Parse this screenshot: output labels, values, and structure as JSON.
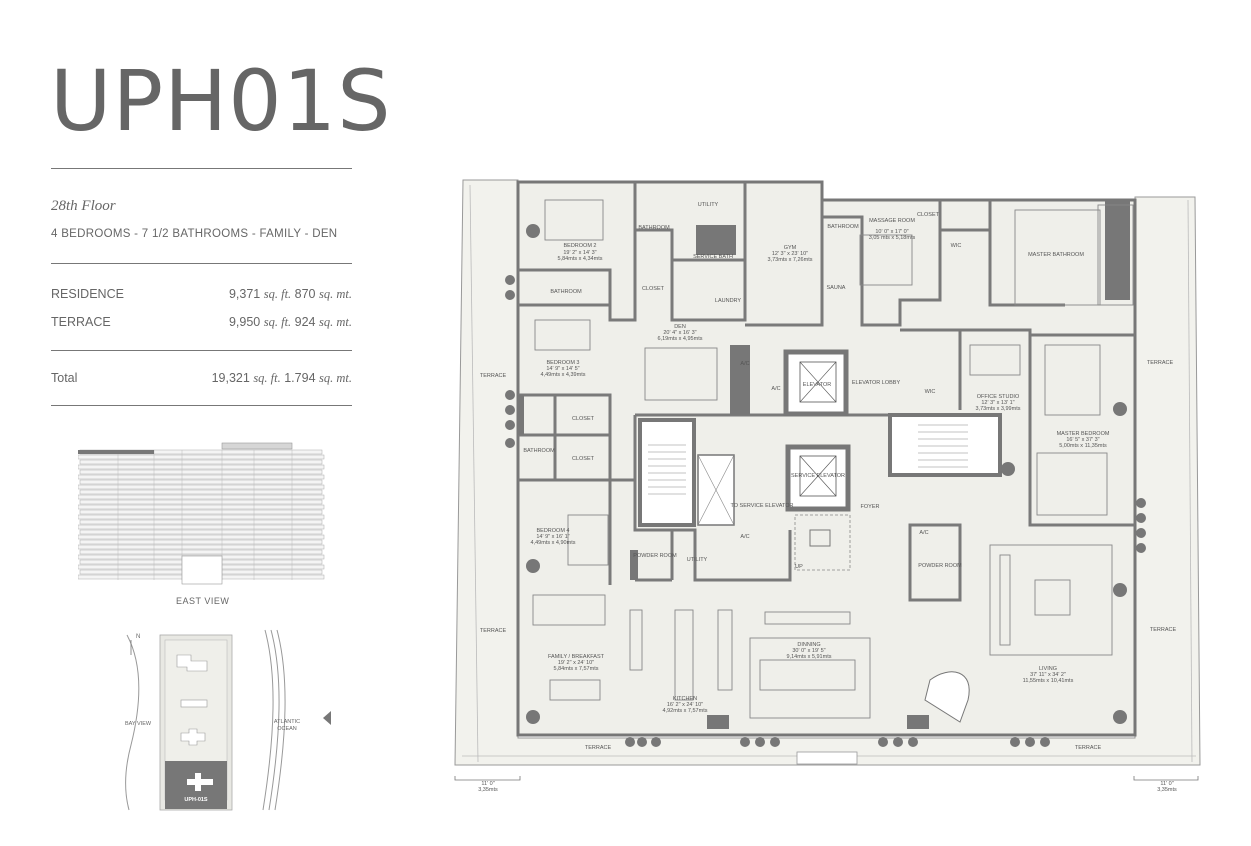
{
  "unit_name": "UPH01S",
  "floor": "28th Floor",
  "subtitle": "4 BEDROOMS - 7 1/2 BATHROOMS - FAMILY - DEN",
  "areas": [
    {
      "label": "RESIDENCE",
      "sqft": "9,371",
      "sqft_unit": "sq. ft.",
      "sqm": "870",
      "sqm_unit": "sq. mt."
    },
    {
      "label": "TERRACE",
      "sqft": "9,950",
      "sqft_unit": "sq. ft.",
      "sqm": "924",
      "sqm_unit": "sq. mt."
    }
  ],
  "total": {
    "label": "Total",
    "sqft": "19,321",
    "sqft_unit": "sq. ft.",
    "sqm": "1.794",
    "sqm_unit": "sq. mt."
  },
  "east_view_label": "EAST VIEW",
  "keymap": {
    "north": "N",
    "bay_view": "BAY VIEW",
    "ocean_line1": "ATLANTIC",
    "ocean_line2": "OCEAN",
    "unit_tag": "UPH-01S"
  },
  "rooms": {
    "bedroom2": {
      "name": "BEDROOM 2",
      "dim1": "19' 2\" x 14' 3\"",
      "dim2": "5,84mts x 4,34mts"
    },
    "bathroom_a": {
      "name": "BATHROOM"
    },
    "utility_top": {
      "name": "UTILITY"
    },
    "service_bath": {
      "name": "SERVICE BATH"
    },
    "closet_a": {
      "name": "CLOSET"
    },
    "laundry": {
      "name": "LAUNDRY"
    },
    "gym": {
      "name": "GYM",
      "dim1": "12' 3\" x 23' 10\"",
      "dim2": "3,73mts x 7,26mts"
    },
    "bathroom_b": {
      "name": "BATHROOM"
    },
    "sauna": {
      "name": "SAUNA"
    },
    "massage": {
      "name": "MASSAGE ROOM",
      "dim1": "10' 0\" x 17' 0\"",
      "dim2": "3,05 mts x 5,18mts"
    },
    "closet_b": {
      "name": "CLOSET"
    },
    "wic_a": {
      "name": "WIC"
    },
    "master_bath": {
      "name": "MASTER BATHROOM"
    },
    "bathroom_c": {
      "name": "BATHROOM"
    },
    "bedroom3": {
      "name": "BEDROOM 3",
      "dim1": "14' 9\" x 14' 5\"",
      "dim2": "4,49mts x 4,39mts"
    },
    "den": {
      "name": "DEN",
      "dim1": "20' 4\" x 16' 3\"",
      "dim2": "6,19mts x 4,95mts"
    },
    "ac_a": {
      "name": "A/C"
    },
    "ac_b": {
      "name": "A/C"
    },
    "elevator": {
      "name": "ELEVATOR"
    },
    "elevator_lobby": {
      "name": "ELEVATOR LOBBY"
    },
    "wic_b": {
      "name": "WIC"
    },
    "office": {
      "name": "OFFICE STUDIO",
      "dim1": "12' 3\" x 13' 1\"",
      "dim2": "3,73mts x 3,99mts"
    },
    "master_bedroom": {
      "name": "MASTER BEDROOM",
      "dim1": "16' 5\" x 37' 3\"",
      "dim2": "5,00mts x 11,35mts"
    },
    "closet_c": {
      "name": "CLOSET"
    },
    "closet_d": {
      "name": "CLOSET"
    },
    "bathroom_d": {
      "name": "BATHROOM"
    },
    "service_elevator": {
      "name": "SERVICE ELEVATOR"
    },
    "to_service_elevator": {
      "name": "TO SERVICE ELEVATOR"
    },
    "foyer": {
      "name": "FOYER"
    },
    "bedroom4": {
      "name": "BEDROOM 4",
      "dim1": "14' 9\" x 16' 1\"",
      "dim2": "4,49mts x 4,90mts"
    },
    "powder_a": {
      "name": "POWDER ROOM"
    },
    "utility_b": {
      "name": "UTILITY"
    },
    "ac_c": {
      "name": "A/C"
    },
    "ac_d": {
      "name": "A/C"
    },
    "powder_b": {
      "name": "POWDER ROOM"
    },
    "up": {
      "name": "UP"
    },
    "family": {
      "name": "FAMILY / BREAKFAST",
      "dim1": "19' 2\" x 24' 10\"",
      "dim2": "5,84mts x 7,57mts"
    },
    "kitchen": {
      "name": "KITCHEN",
      "dim1": "16' 2\" x 24' 10\"",
      "dim2": "4,92mts x 7,57mts"
    },
    "dining": {
      "name": "DINNING",
      "dim1": "30' 0\" x 19' 5\"",
      "dim2": "9,14mts x 5,91mts"
    },
    "living": {
      "name": "LIVING",
      "dim1": "37' 11\" x 34' 2\"",
      "dim2": "11,55mts x 10,41mts"
    }
  },
  "terraces": [
    "TERRACE",
    "TERRACE",
    "TERRACE",
    "TERRACE",
    "TERRACE",
    "TERRACE"
  ],
  "scale_left": {
    "ft": "11' 0\"",
    "m": "3,35mts"
  },
  "scale_right": {
    "ft": "11' 0\"",
    "m": "3,35mts"
  }
}
